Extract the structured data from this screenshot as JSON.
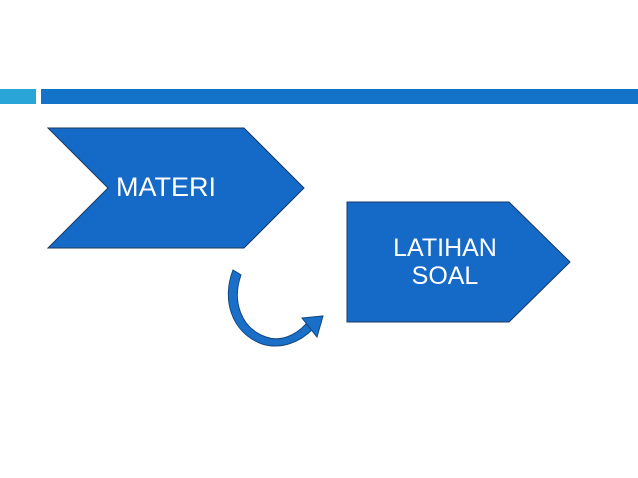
{
  "diagram": {
    "nodes": [
      {
        "id": "materi",
        "label": "MATERI"
      },
      {
        "id": "latihan",
        "label_lines": [
          "LATIHAN",
          "SOAL"
        ]
      }
    ],
    "edges": [
      {
        "from": "materi",
        "to": "latihan",
        "style": "curved-arrow"
      }
    ]
  },
  "colors": {
    "accent_light": "#2aa5d8",
    "accent_dark": "#1273c8",
    "shape_fill": "#1569c7",
    "shape_stroke": "#1b3a63",
    "arrow_fill": "#1a6fc9"
  }
}
